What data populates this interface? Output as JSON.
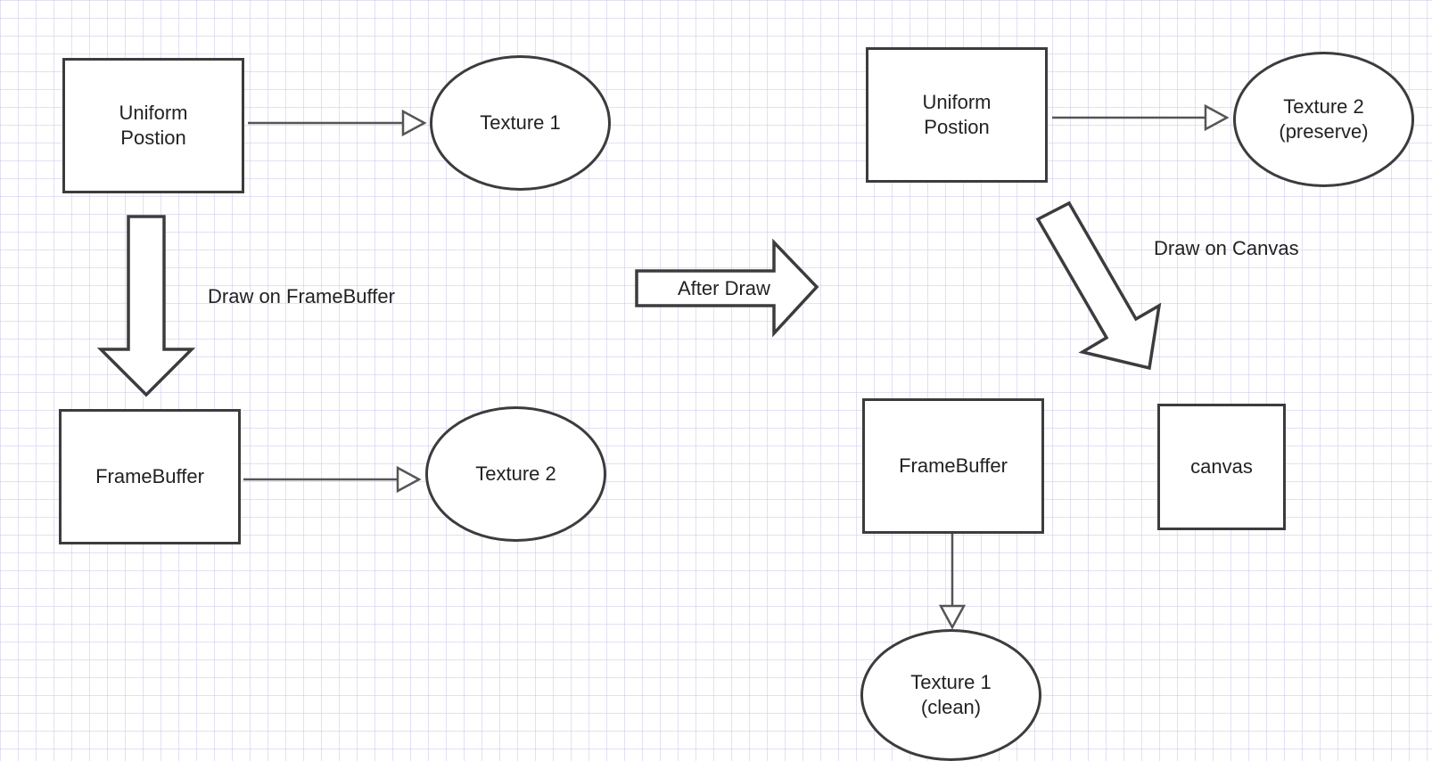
{
  "nodes": {
    "left_uniform": "Uniform\nPostion",
    "left_texture1": "Texture 1",
    "left_framebuffer": "FrameBuffer",
    "left_texture2": "Texture 2",
    "right_uniform": "Uniform\nPostion",
    "right_texture2": "Texture 2\n(preserve)",
    "right_framebuffer": "FrameBuffer",
    "right_canvas": "canvas",
    "right_texture1": "Texture 1\n(clean)"
  },
  "labels": {
    "draw_on_framebuffer": "Draw on FrameBuffer",
    "after_draw": "After Draw",
    "draw_on_canvas": "Draw on Canvas"
  },
  "colors": {
    "stroke": "#3c3c3c",
    "grid": "#c8c8eb"
  }
}
